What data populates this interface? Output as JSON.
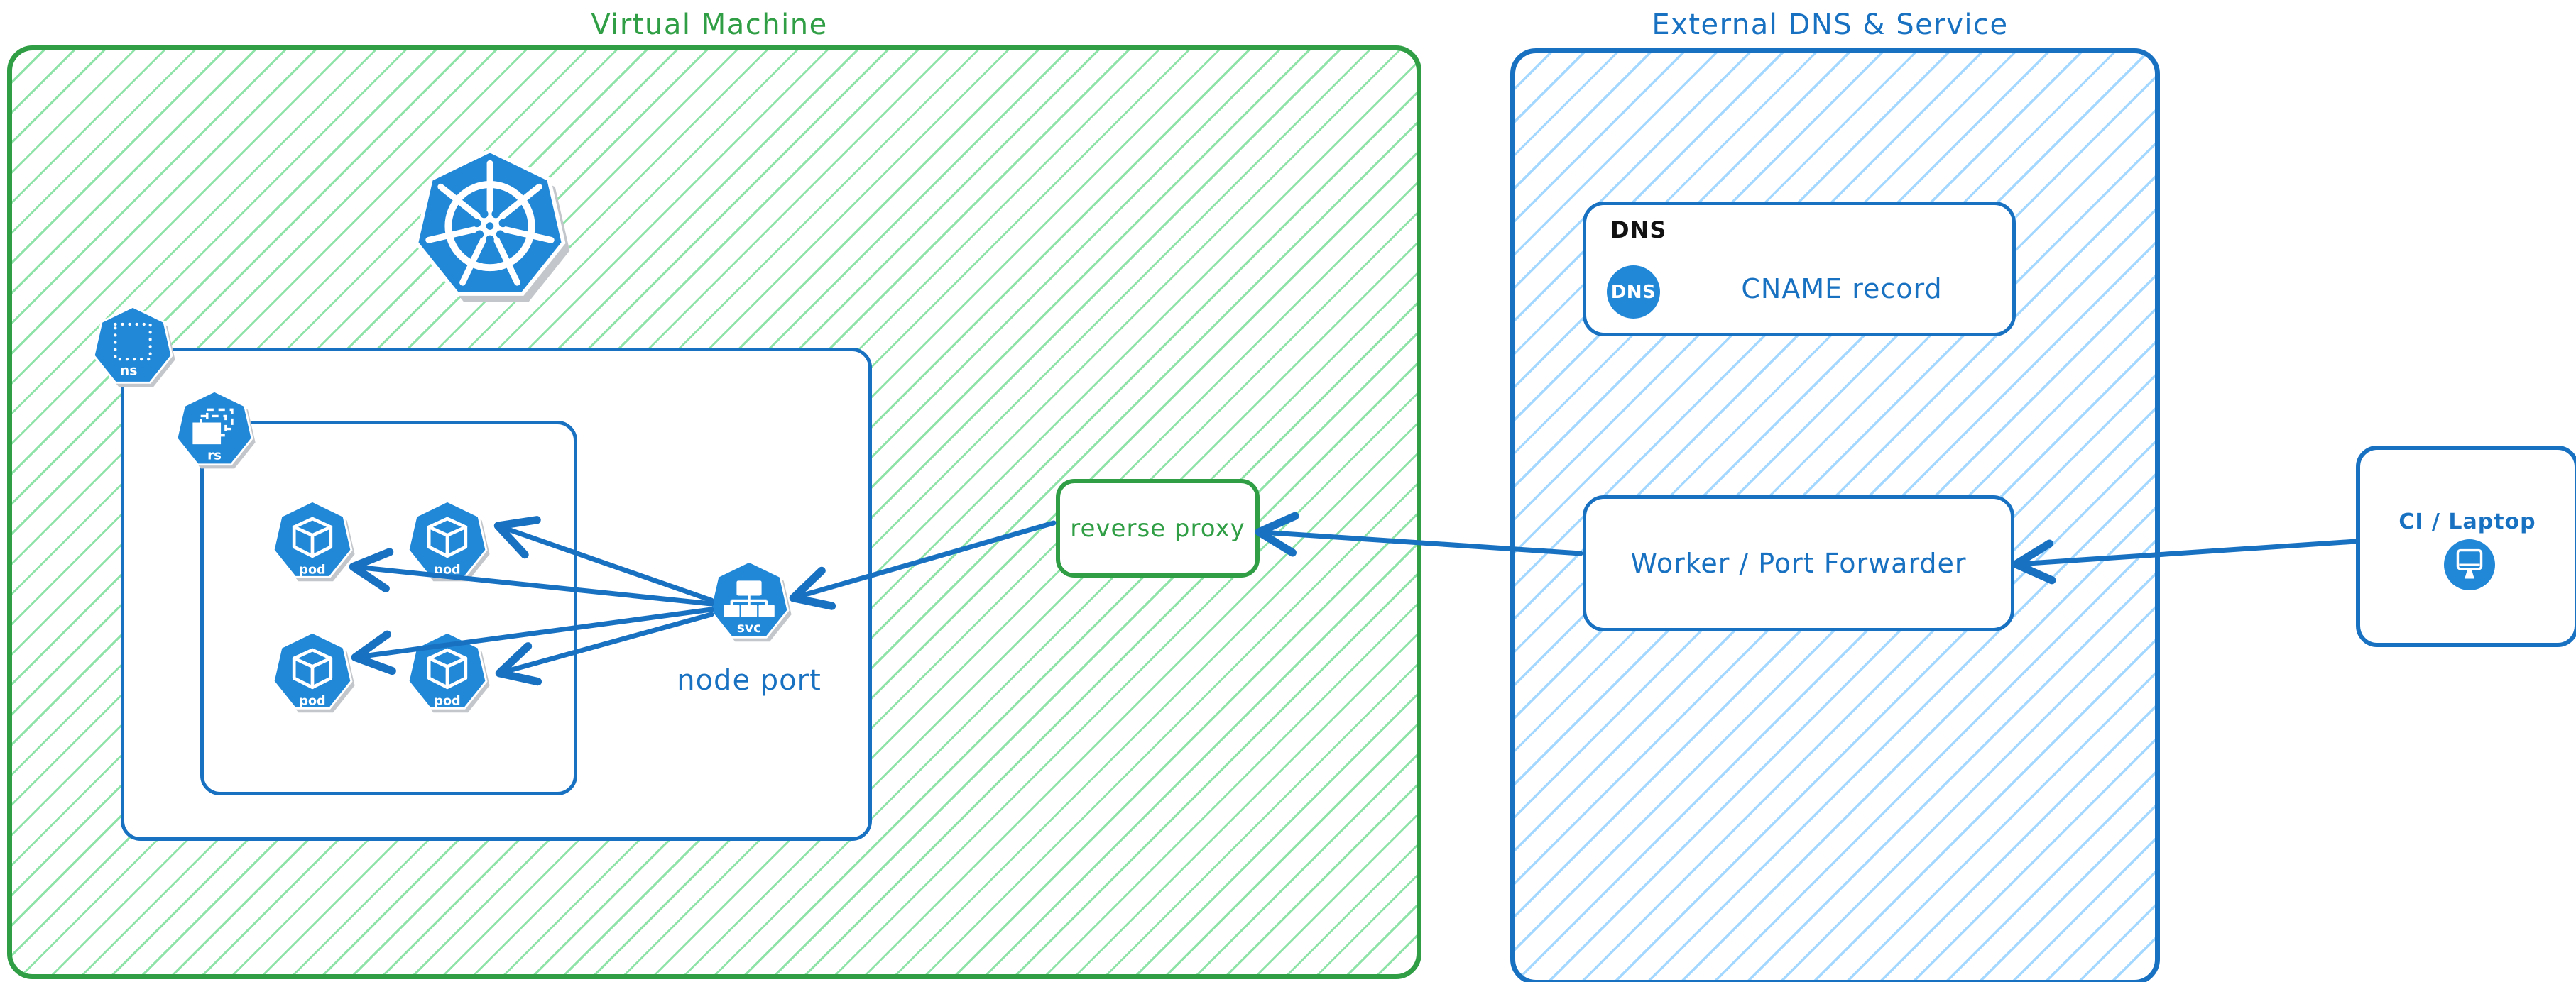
{
  "vm": {
    "title": "Virtual Machine"
  },
  "external": {
    "title": "External DNS & Service"
  },
  "kubernetes": {
    "namespace_label": "ns",
    "replicaset_label": "rs",
    "service_label": "svc",
    "service_caption": "node port",
    "pods": [
      {
        "label": "pod"
      },
      {
        "label": "pod"
      },
      {
        "label": "pod"
      },
      {
        "label": "pod"
      }
    ]
  },
  "reverse_proxy": {
    "label": "reverse proxy"
  },
  "dns": {
    "tag": "DNS",
    "badge": "DNS",
    "record": "CNAME record"
  },
  "worker": {
    "label": "Worker / Port Forwarder"
  },
  "ci": {
    "label": "CI / Laptop"
  },
  "colors": {
    "green_stroke": "#2f9e44",
    "green_hatch": "#8fe3a8",
    "blue_stroke": "#1971c2",
    "blue_hatch": "#a5d8ff",
    "icon_blue": "#2187d7",
    "shadow_gray": "#c3c7cb",
    "text_dark": "#111111"
  }
}
